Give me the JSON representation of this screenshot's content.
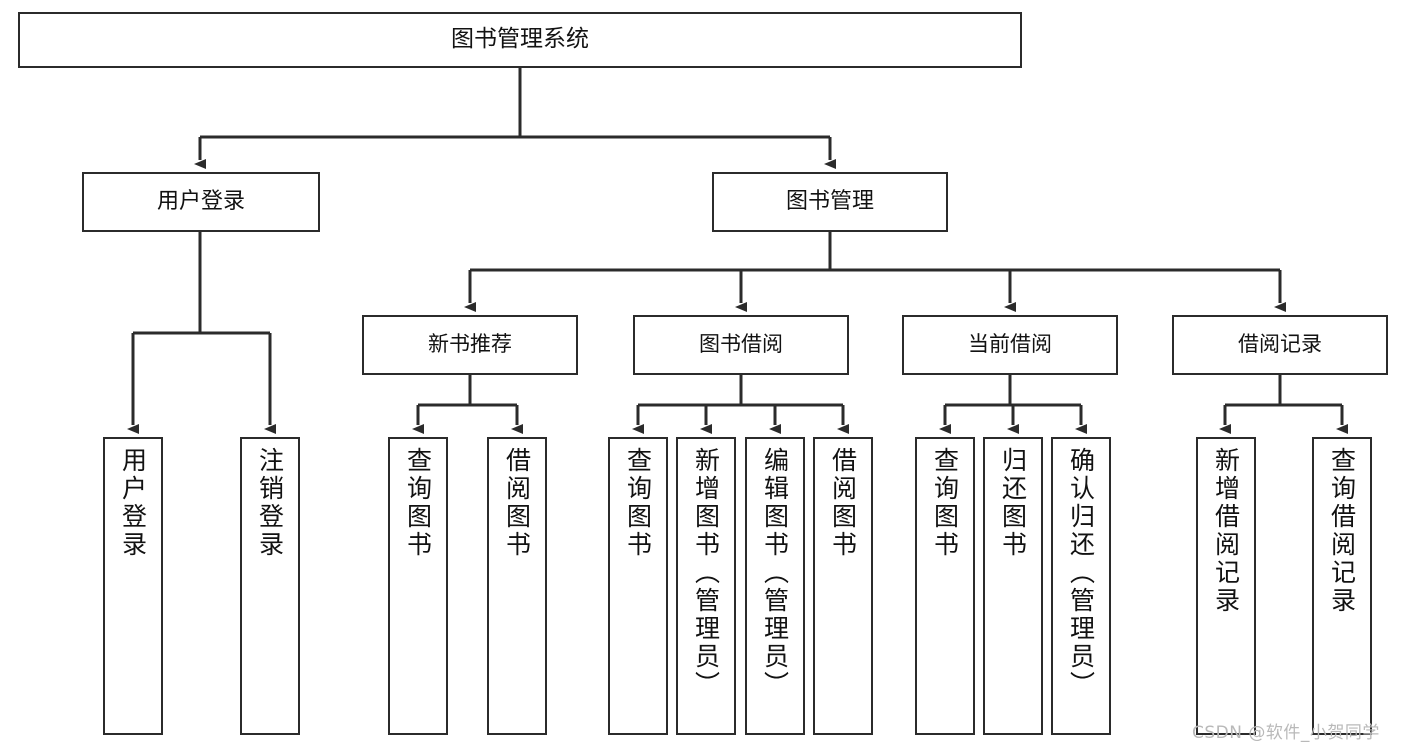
{
  "diagram": {
    "title": "图书管理系统",
    "type": "tree-hierarchy-chart",
    "root": {
      "label": "图书管理系统"
    },
    "level1": [
      {
        "label": "用户登录"
      },
      {
        "label": "图书管理"
      }
    ],
    "level2": [
      {
        "label": "新书推荐"
      },
      {
        "label": "图书借阅"
      },
      {
        "label": "当前借阅"
      },
      {
        "label": "借阅记录"
      }
    ],
    "leaves": {
      "user_login": [
        {
          "label": "用户登录"
        },
        {
          "label": "注销登录"
        }
      ],
      "new_book_recommend": [
        {
          "label": "查询图书"
        },
        {
          "label": "借阅图书"
        }
      ],
      "book_borrow": [
        {
          "label": "查询图书"
        },
        {
          "label": "新增图书（管理员）"
        },
        {
          "label": "编辑图书（管理员）"
        },
        {
          "label": "借阅图书"
        }
      ],
      "current_borrow": [
        {
          "label": "查询图书"
        },
        {
          "label": "归还图书"
        },
        {
          "label": "确认归还（管理员）"
        }
      ],
      "borrow_record": [
        {
          "label": "新增借阅记录"
        },
        {
          "label": "查询借阅记录"
        }
      ]
    }
  },
  "watermark": {
    "text": "CSDN @软件_小贺同学"
  },
  "colors": {
    "background": "#ffffff",
    "box_border": "#2b2b2b",
    "box_fill": "#ffffff",
    "connector": "#2b2b2b",
    "text": "#121212",
    "watermark": "#b9b9b9"
  }
}
